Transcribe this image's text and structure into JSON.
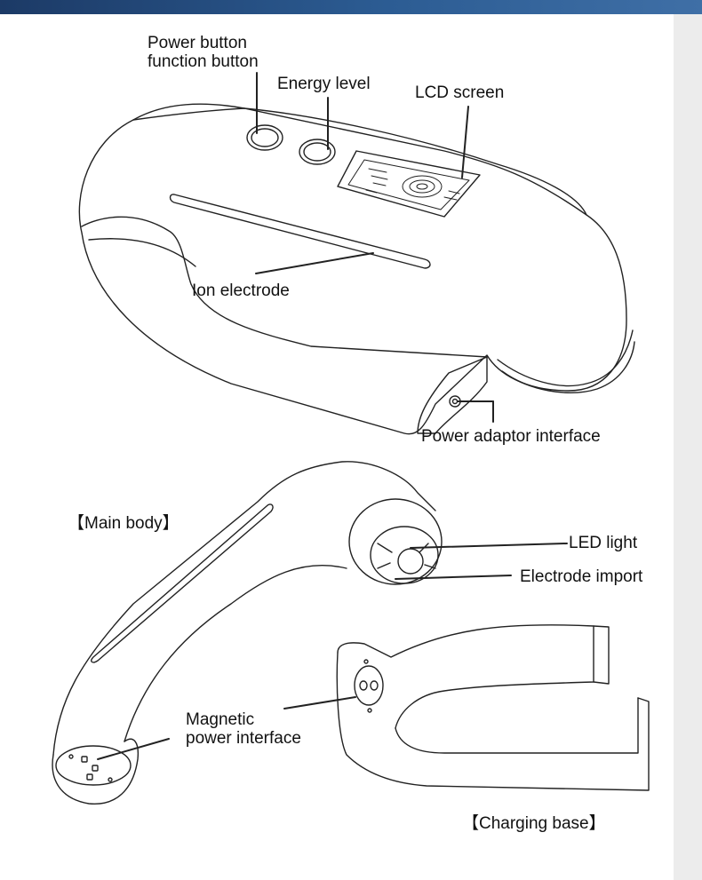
{
  "colors": {
    "header_bar": "#2c5c93",
    "side_panel": "#ececec",
    "line_art": "#222222"
  },
  "labels": {
    "power_button_line1": "Power button",
    "power_button_line2": "function button",
    "energy_level": "Energy level",
    "lcd_screen": "LCD screen",
    "ion_electrode": "Ion electrode",
    "power_adaptor": "Power adaptor interface",
    "main_body": "【Main body】",
    "led_light": "LED light",
    "electrode_import": "Electrode import",
    "magnetic_line1": "Magnetic",
    "magnetic_line2": "power interface",
    "charging_base": "【Charging base】"
  }
}
